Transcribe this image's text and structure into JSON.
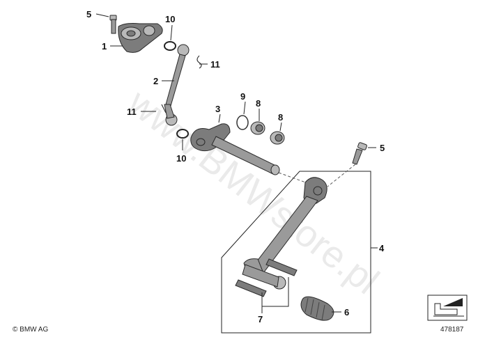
{
  "watermark": "www.BMWstore.pl",
  "copyright": "© BMW AG",
  "diagram_number": "478187",
  "callouts": {
    "c1": "1",
    "c2": "2",
    "c3": "3",
    "c4": "4",
    "c5a": "5",
    "c5b": "5",
    "c6": "6",
    "c7": "7",
    "c8a": "8",
    "c8b": "8",
    "c9": "9",
    "c10a": "10",
    "c10b": "10",
    "c11a": "11",
    "c11b": "11"
  }
}
